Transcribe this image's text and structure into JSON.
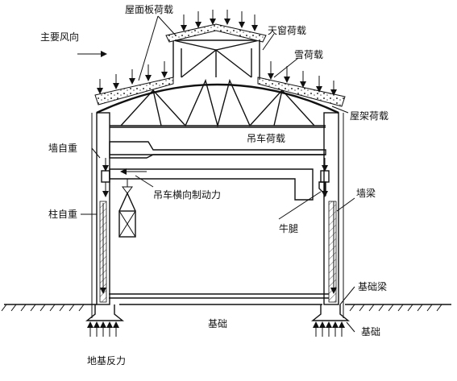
{
  "labels": {
    "roof_panel_load": "屋面板荷载",
    "wind_direction": "主要风向",
    "skylight_load": "天窗荷载",
    "snow_load": "雪荷载",
    "roof_truss_load": "屋架荷载",
    "crane_load": "吊车荷载",
    "wall_self_weight": "墙自重",
    "crane_lateral_braking": "吊车横向制动力",
    "column_self_weight": "柱自重",
    "wall_beam": "墙梁",
    "corbel": "牛腿",
    "foundation_beam": "基础梁",
    "foundation_center": "基础",
    "foundation_right": "基础",
    "foundation_reaction": "地基反力"
  }
}
